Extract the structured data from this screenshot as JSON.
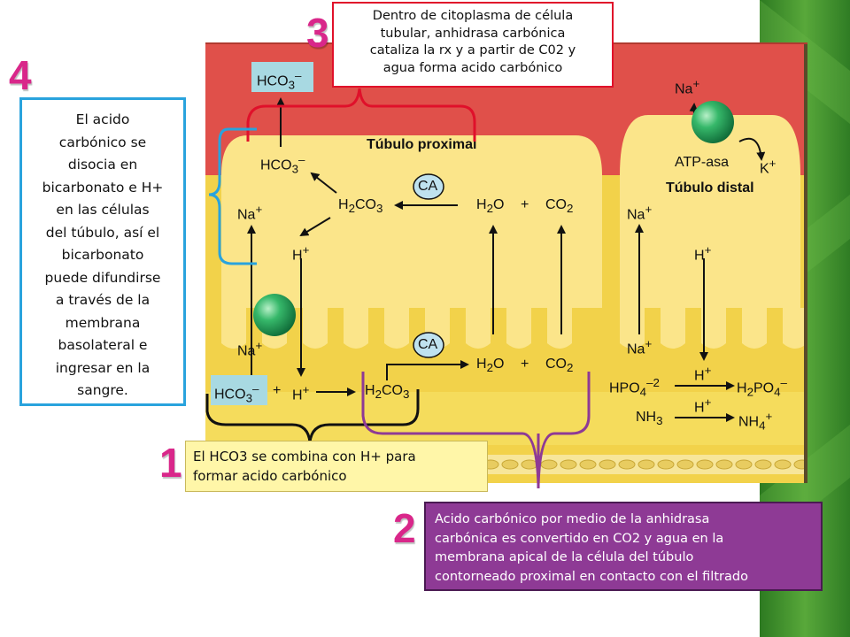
{
  "colors": {
    "accent": "#d9278a",
    "blue_box": "#29a3dd",
    "red_box": "#e0102a",
    "purple_box": "#8e3a95",
    "yellow_box": "#fff6a8"
  },
  "numbers": {
    "n1": "1",
    "n2": "2",
    "n3": "3",
    "n4": "4"
  },
  "callouts": {
    "box3": [
      "Dentro de citoplasma de célula",
      "tubular, anhidrasa carbónica",
      "cataliza la rx y a partir de C02 y",
      "agua forma acido carbónico"
    ],
    "box4": [
      "El acido",
      "carbónico se",
      "disocia en",
      "bicarbonato e H+",
      "en las células",
      "del túbulo, así el",
      "bicarbonato",
      "puede difundirse",
      "a través de la",
      "membrana",
      "basolateral e",
      "ingresar en la",
      "sangre."
    ],
    "box1": [
      "El HCO3 se combina con H+ para",
      "formar  acido carbónico"
    ],
    "box2": [
      "Acido carbónico por medio de la anhidrasa",
      "carbónica es convertido en CO2 y agua en la",
      "membrana apical  de la célula del túbulo",
      "contorneado proximal  en contacto con el filtrado"
    ]
  },
  "diagram": {
    "proximal_title": "Túbulo proximal",
    "distal_title": "Túbulo distal",
    "atpase": "ATP-asa",
    "ca": "CA",
    "hco3": "HCO",
    "h2co3": "H",
    "h2o": "H",
    "co2": "CO",
    "na": "Na",
    "k": "K",
    "h": "H",
    "plus": "+",
    "hpo4": "HPO",
    "h2po4": "H",
    "nh3": "NH",
    "nh4": "NH",
    "sub2": "2",
    "sub3": "3",
    "sub4": "4",
    "sup_plus": "+",
    "sup_minus": "–",
    "sup_2minus": "–2"
  }
}
